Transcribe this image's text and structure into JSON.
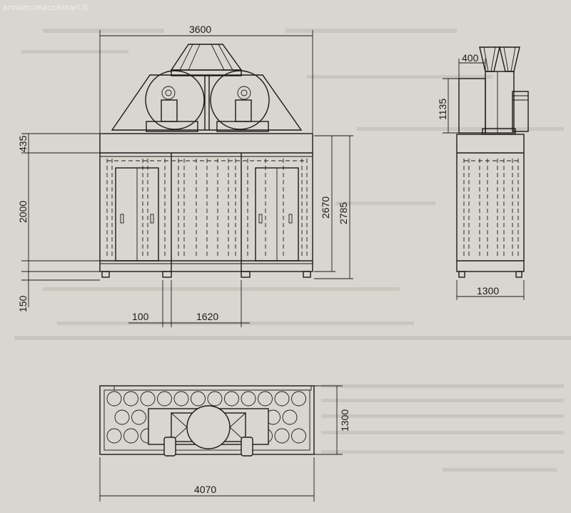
{
  "watermark": "annuncimacchinari.it",
  "dimensions": {
    "width_front": "3600",
    "duct_width": "400",
    "duct_height": "1135",
    "roof_height": "435",
    "door_height": "2000",
    "total_height_inner": "2670",
    "total_height_outer": "2785",
    "base_height": "150",
    "side_width": "1300",
    "base_offset": "100",
    "base_span": "1620",
    "plan_depth": "1300",
    "plan_length": "4070"
  }
}
